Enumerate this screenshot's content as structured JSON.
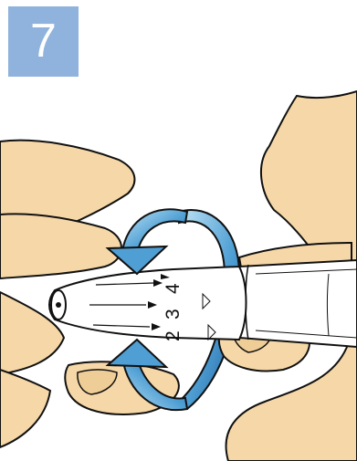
{
  "step": {
    "number": "7"
  },
  "dial": {
    "labels": [
      "2",
      "3",
      "4"
    ]
  },
  "icons": [
    "rotate-arrow-icon",
    "rotate-arrow-icon"
  ],
  "colors": {
    "badge": "#8fb3dc",
    "skin": "#f6d8a8",
    "outline": "#111111",
    "arrow_dark": "#2b6fad",
    "arrow_light": "#bfe3f5"
  }
}
